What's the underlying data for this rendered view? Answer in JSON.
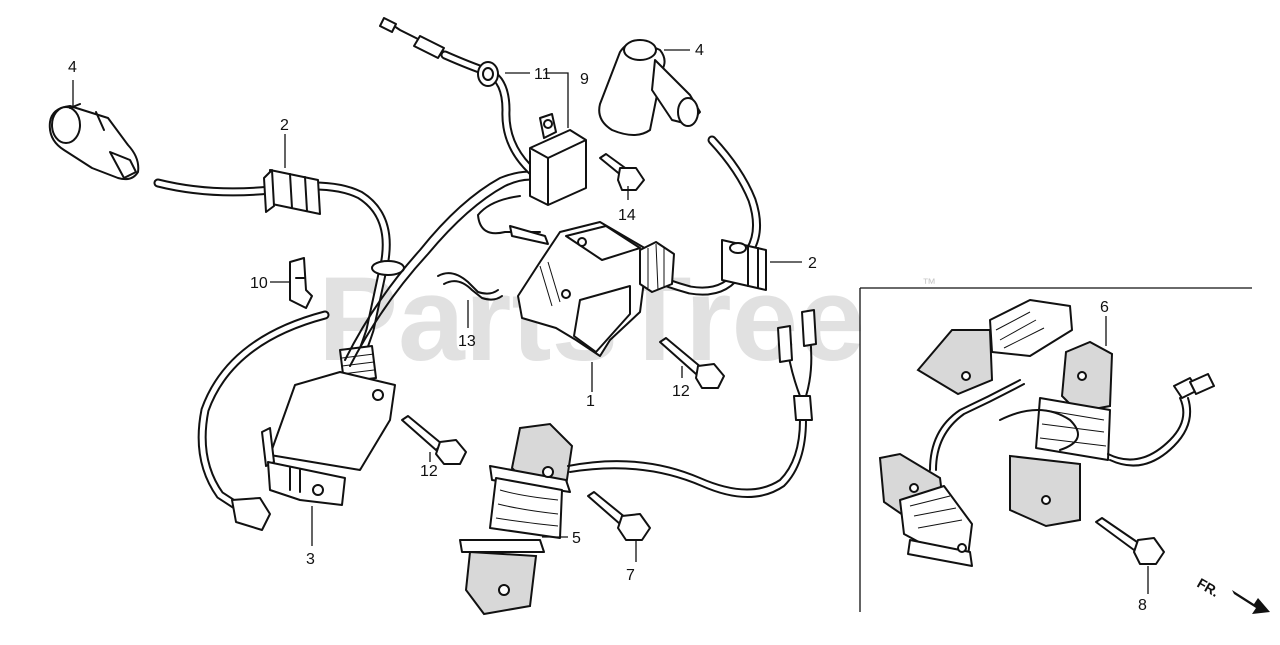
{
  "watermark": {
    "text": "PartsTree",
    "trademark": "™"
  },
  "orientation": {
    "label": "FR."
  },
  "callouts": [
    {
      "id": "c1",
      "text": "1"
    },
    {
      "id": "c2a",
      "text": "2"
    },
    {
      "id": "c2b",
      "text": "2"
    },
    {
      "id": "c3",
      "text": "3"
    },
    {
      "id": "c4a",
      "text": "4"
    },
    {
      "id": "c4b",
      "text": "4"
    },
    {
      "id": "c5",
      "text": "5"
    },
    {
      "id": "c6",
      "text": "6"
    },
    {
      "id": "c7",
      "text": "7"
    },
    {
      "id": "c8",
      "text": "8"
    },
    {
      "id": "c9",
      "text": "9"
    },
    {
      "id": "c10",
      "text": "10"
    },
    {
      "id": "c11",
      "text": "11"
    },
    {
      "id": "c12a",
      "text": "12"
    },
    {
      "id": "c12b",
      "text": "12"
    },
    {
      "id": "c13",
      "text": "13"
    },
    {
      "id": "c14",
      "text": "14"
    }
  ],
  "colors": {
    "line": "#111111",
    "background": "#ffffff",
    "watermark": "#c9c9c9"
  }
}
